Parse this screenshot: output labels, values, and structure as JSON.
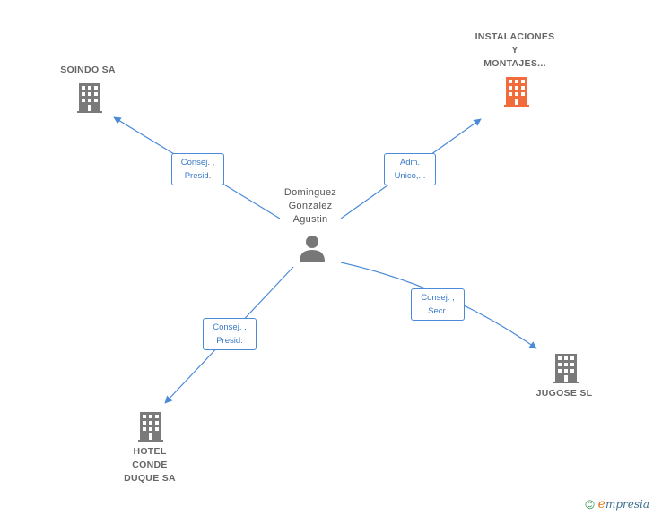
{
  "colors": {
    "edge": "#4a8ad8",
    "company_icon": "#7a7a7a",
    "highlight_icon": "#f26b3a",
    "person_icon": "#777777"
  },
  "person": {
    "name_lines": [
      "Dominguez",
      "Gonzalez",
      "Agustin"
    ],
    "icon": "person-icon"
  },
  "companies": [
    {
      "id": "soindo",
      "name_lines": [
        "SOINDO SA"
      ],
      "icon": "building-icon",
      "highlight": false
    },
    {
      "id": "instalaciones",
      "name_lines": [
        "INSTALACIONES",
        "Y",
        "MONTAJES..."
      ],
      "icon": "building-icon",
      "highlight": true
    },
    {
      "id": "jugose",
      "name_lines": [
        "JUGOSE SL"
      ],
      "icon": "building-icon",
      "highlight": false
    },
    {
      "id": "hotel",
      "name_lines": [
        "HOTEL",
        "CONDE",
        "DUQUE SA"
      ],
      "icon": "building-icon",
      "highlight": false
    }
  ],
  "relations": [
    {
      "to": "soindo",
      "lines": [
        "Consej. ,",
        "Presid."
      ]
    },
    {
      "to": "instalaciones",
      "lines": [
        "Adm.",
        "Unico,..."
      ]
    },
    {
      "to": "jugose",
      "lines": [
        "Consej. ,",
        "Secr."
      ]
    },
    {
      "to": "hotel",
      "lines": [
        "Consej. ,",
        "Presid."
      ]
    }
  ],
  "footer": {
    "copyright": "©",
    "brand_initial": "e",
    "brand_rest": "mpresia"
  }
}
